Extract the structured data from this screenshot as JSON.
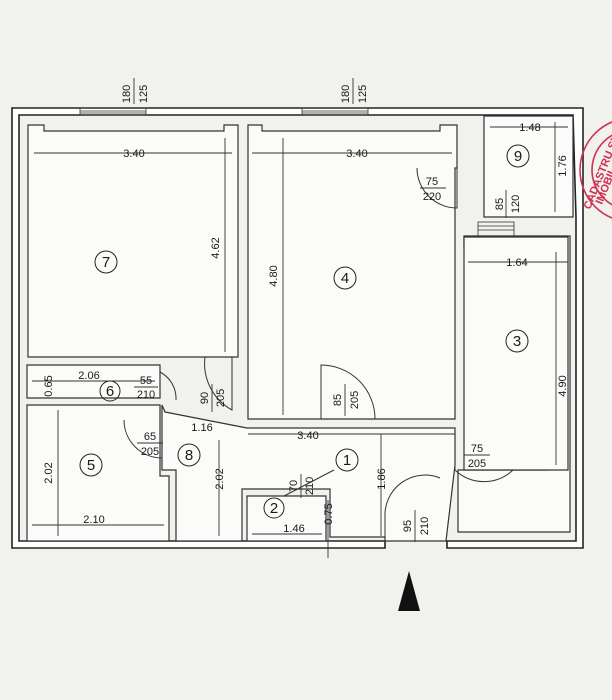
{
  "rooms": [
    {
      "id": "1",
      "label": "1"
    },
    {
      "id": "2",
      "label": "2"
    },
    {
      "id": "3",
      "label": "3"
    },
    {
      "id": "4",
      "label": "4"
    },
    {
      "id": "5",
      "label": "5"
    },
    {
      "id": "6",
      "label": "6"
    },
    {
      "id": "7",
      "label": "7"
    },
    {
      "id": "8",
      "label": "8"
    },
    {
      "id": "9",
      "label": "9"
    }
  ],
  "dimensions": {
    "r7_width": "3.40",
    "r7_height": "4.62",
    "r4_width": "3.40",
    "r4_height": "4.80",
    "r9_width": "1.48",
    "r9_height": "1.76",
    "r3_width": "1.64",
    "r3_height": "4.90",
    "r6_width": "2.06",
    "r6_height": "0.65",
    "r5_height": "2.02",
    "r5_width": "2.10",
    "r8_width": "1.16",
    "r8_height": "2.02",
    "r1_width": "3.40",
    "r1_height": "1.86",
    "r2_width": "1.46",
    "r2_height": "0.75"
  },
  "openings": {
    "window_left_top": "180",
    "window_left_bottom": "125",
    "window_mid_top": "180",
    "window_mid_bottom": "125",
    "door_9_top": "75",
    "door_9_bottom": "220",
    "win_3_top": "85",
    "win_3_bottom": "120",
    "door_6_top": "55",
    "door_6_bottom": "210",
    "door_7_top": "90",
    "door_7_bottom": "205",
    "door_4_top": "85",
    "door_4_bottom": "205",
    "door_5_top": "65",
    "door_5_bottom": "205",
    "door_3_top": "75",
    "door_3_bottom": "205",
    "door_2_top": "70",
    "door_2_bottom": "210",
    "entry_top": "95",
    "entry_bottom": "210"
  },
  "stamp": {
    "line1": "CADASTRU ȘI P",
    "line2": "IMOBIL"
  },
  "colors": {
    "stamp": "#d03050",
    "ink": "#1a1a1a"
  }
}
